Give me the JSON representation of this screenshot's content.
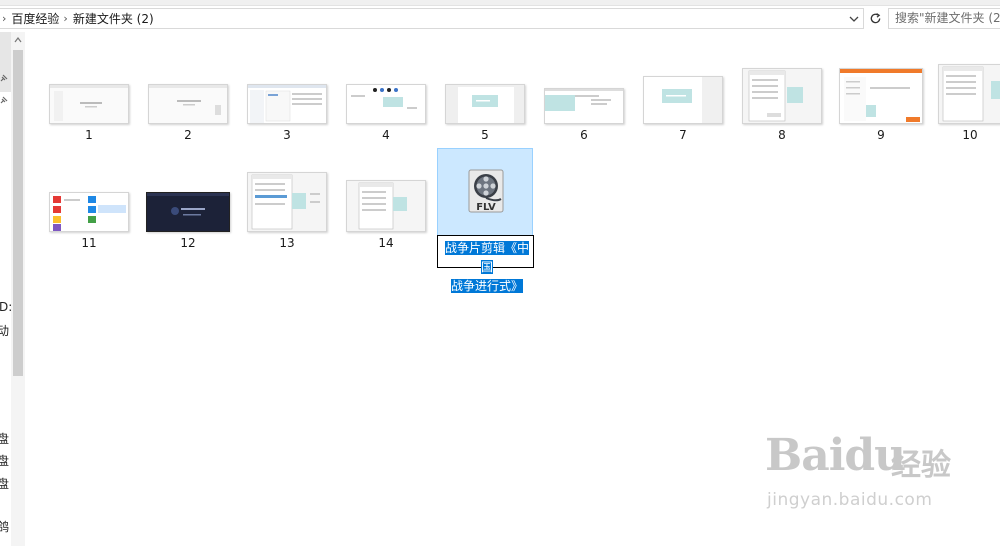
{
  "address_bar": {
    "breadcrumbs": [
      "百度经验",
      "新建文件夹 (2)"
    ],
    "search_placeholder": "搜索\"新建文件夹 (2)\""
  },
  "nav_pane": {
    "partial_labels": [
      "D:",
      "动",
      "盘",
      "盘",
      "盘",
      "鸽"
    ]
  },
  "files": [
    {
      "label": "1",
      "kind": "slide"
    },
    {
      "label": "2",
      "kind": "slide"
    },
    {
      "label": "3",
      "kind": "ui"
    },
    {
      "label": "4",
      "kind": "dots"
    },
    {
      "label": "5",
      "kind": "teal"
    },
    {
      "label": "6",
      "kind": "teal-wide"
    },
    {
      "label": "7",
      "kind": "teal-box"
    },
    {
      "label": "8",
      "kind": "dialog"
    },
    {
      "label": "9",
      "kind": "orange"
    },
    {
      "label": "10",
      "kind": "dialog"
    },
    {
      "label": "11",
      "kind": "apps"
    },
    {
      "label": "12",
      "kind": "dark"
    },
    {
      "label": "13",
      "kind": "dialog"
    },
    {
      "label": "14",
      "kind": "dialog"
    }
  ],
  "selected_file": {
    "icon_text": "FLV",
    "rename_line1": "战争片剪辑《中国",
    "rename_line2": "战争进行式》"
  },
  "watermark": {
    "logo": "Baidu",
    "cn": "经验",
    "url": "jingyan.baidu.com"
  },
  "colors": {
    "selection": "#cce8ff",
    "selection_border": "#99d1ff",
    "rename_highlight": "#0078d7",
    "teal": "#bfe3e3"
  }
}
